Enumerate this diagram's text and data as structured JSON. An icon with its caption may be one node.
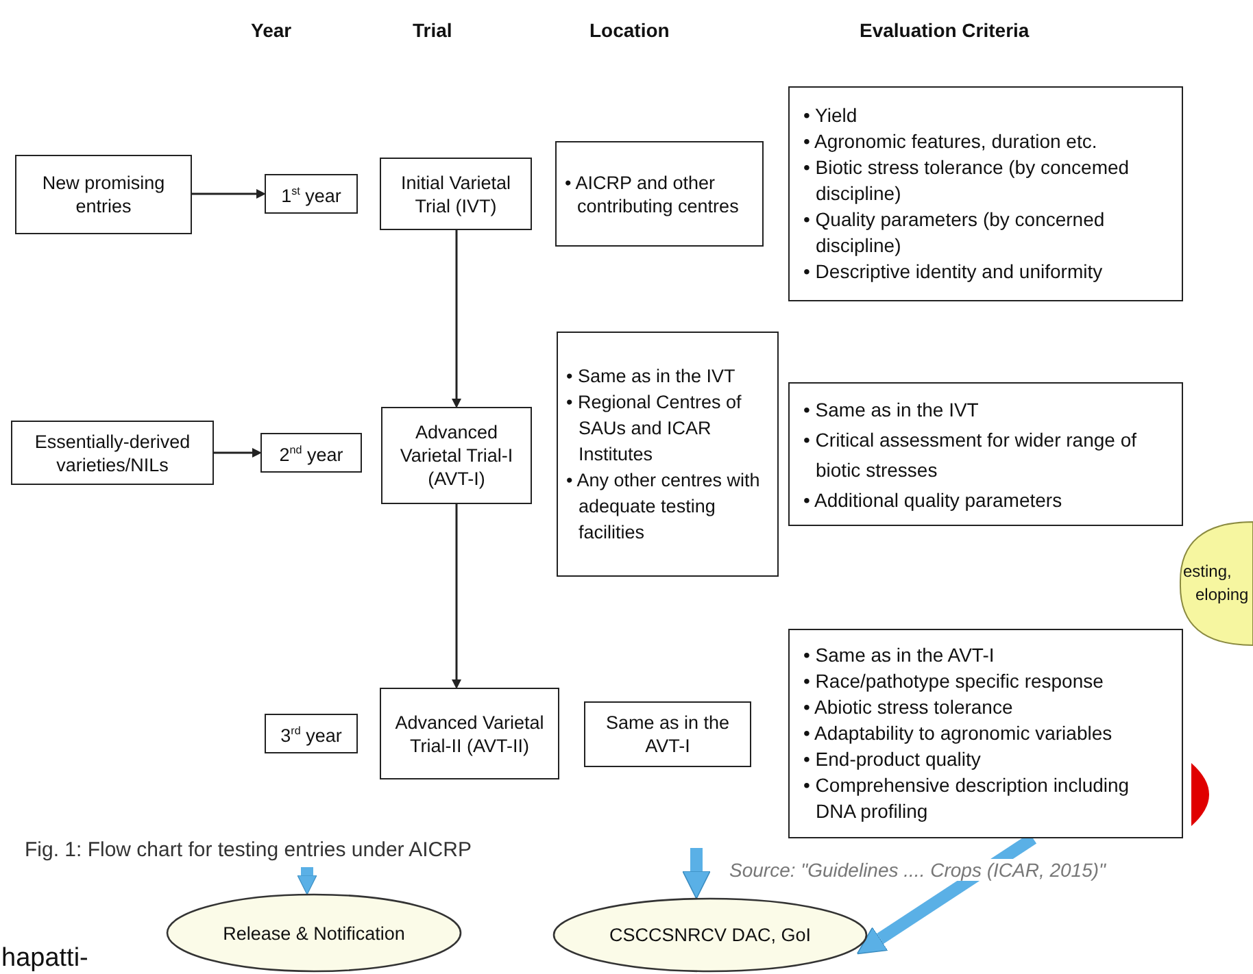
{
  "diagram": {
    "caption": "Fig. 1: Flow chart for testing entries under AICRP",
    "nodes": [
      {
        "text": [
          "New promising entries"
        ]
      },
      {
        "text": [
          "1$^{st}$ year"
        ]
      },
      {
        "text": [
          "Initial Varietal Trial (IVT)"
        ]
      },
      {
        "text": [
          "• AICRP and other contributing centres"
        ]
      },
      {
        "text": [
          "• Yield",
          "• Agronomic features, duration etc.",
          "• Biotic stress tolerance (by concemed discipline)",
          "• Quality parameters (by concerned discipline)",
          "• Descriptive identity and uniformity"
        ]
      },
      {
        "text": [
          "Essentially-derived varieties/NILs"
        ]
      },
      {
        "text": [
          "2$^{nd}$ year"
        ]
      },
      {
        "text": [
          "Advanced Varietal Trial-I (AVT-I)"
        ]
      },
      {
        "text": [
          "• Same as in the IVT",
          "• Regional Centres of SAUs and ICAR Institutes",
          "• Any other centres with adequate testing facilities"
        ]
      },
      {
        "text": [
          "• Same as in the IVT",
          "• Critical assessment for wider range of biotic stresses",
          "• Additional quality parameters"
        ]
      },
      {
        "text": [
          "esting, eloping"
        ]
      },
      {
        "text": [
          "3$^{rd}$ year"
        ]
      },
      {
        "text": [
          "Advanced Varietal Trial-II (AVT-II)"
        ]
      },
      {
        "text": [
          "Same as in the AVT-I"
        ]
      },
      {
        "text": [
          "• Same as in the AVT-I",
          "• Race/pathotype specific response",
          "• Abiotic stress tolerance",
          "• Adaptability to agronomic variables",
          "• End-product quality",
          "• Comprehensive description including DNA profiling"
        ]
      },
      {
        "text": [],
        "shape": "circle"
      },
      {
        "text": [
          "Release & Notification"
        ]
      },
      {
        "text": [
          "CSCCSNRCV DAC, GoI"
        ]
      }
    ],
    "edges": [
      {
        "from": 0,
        "to": 1,
        "arrow": "to"
      },
      {
        "from": 2,
        "to": 7,
        "arrow": "to"
      },
      {
        "from": 5,
        "to": 6,
        "arrow": "to"
      },
      {
        "from": 7,
        "to": 12,
        "arrow": "to"
      },
      {
        "from": null,
        "to": 16,
        "arrow": "to",
        "style": "thick",
        "color": "#5ab0e6"
      },
      {
        "from": null,
        "to": 17,
        "arrow": "to",
        "style": "thick",
        "color": "#5ab0e6"
      },
      {
        "from": 14,
        "to": 17,
        "arrow": "to",
        "style": "thick",
        "color": "#5ab0e6"
      }
    ],
    "labels": [
      "Year",
      "Trial",
      "Location",
      "Evaluation Criteria",
      "Source: \"Guidelines .... Crops (ICAR, 2015)\"",
      "hapatti-"
    ]
  }
}
